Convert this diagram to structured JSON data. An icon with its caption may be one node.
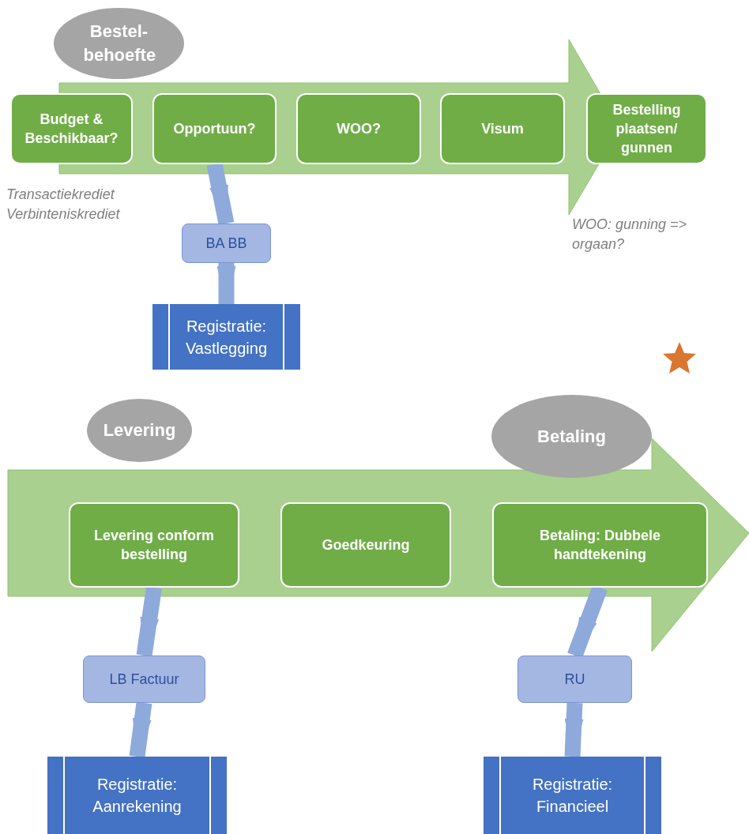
{
  "diagram": {
    "nodes": [
      {
        "text": [
          "Bestel- behoefte"
        ]
      },
      {
        "text": [
          "Budget & Beschikbaar?"
        ]
      },
      {
        "text": [
          "Opportuun?"
        ]
      },
      {
        "text": [
          "WOO?"
        ]
      },
      {
        "text": [
          "Visum"
        ]
      },
      {
        "text": [
          "Bestelling plaatsen/ gunnen"
        ]
      },
      {
        "text": [
          "BA BB"
        ]
      },
      {
        "text": [
          "Registratie: Vastlegging"
        ]
      },
      {
        "text": [
          "Levering"
        ]
      },
      {
        "text": [
          "Betaling"
        ]
      },
      {
        "text": [
          "Levering conform bestelling"
        ]
      },
      {
        "text": [
          "Goedkeuring"
        ]
      },
      {
        "text": [
          "Betaling: Dubbele handtekening"
        ]
      },
      {
        "text": [
          "LB Factuur"
        ]
      },
      {
        "text": [
          "Registratie: Aanrekening"
        ]
      },
      {
        "text": [
          "RU"
        ]
      },
      {
        "text": [
          "Registratie: Financieel"
        ]
      }
    ],
    "edges": [
      {
        "from": 2,
        "to": 6,
        "arrow": "to"
      },
      {
        "from": 6,
        "to": 7,
        "arrow": "to"
      },
      {
        "from": 10,
        "to": 13,
        "arrow": "to"
      },
      {
        "from": 13,
        "to": 14,
        "arrow": "to"
      },
      {
        "from": 12,
        "to": 15,
        "arrow": "to"
      },
      {
        "from": 15,
        "to": 16,
        "arrow": "to"
      }
    ],
    "labels": [
      "Transactiekrediet",
      "Verbinteniskrediet",
      "WOO: gunning => orgaan?"
    ]
  }
}
